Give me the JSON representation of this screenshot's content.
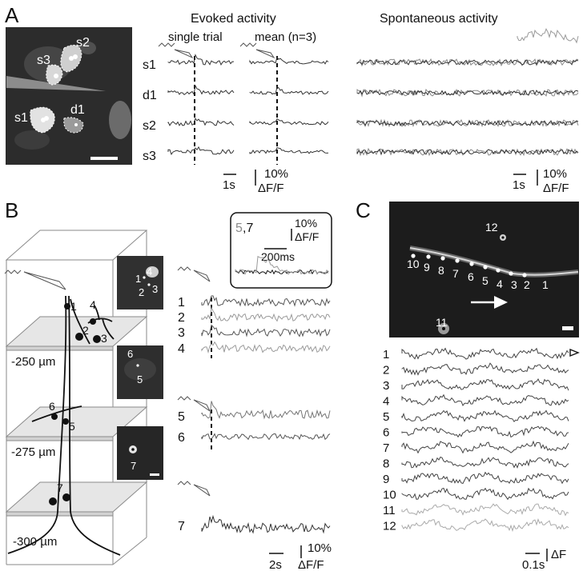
{
  "panels": {
    "A": {
      "letter": "A",
      "image_labels": [
        "s2",
        "s3",
        "s1",
        "d1"
      ],
      "evoked_title": "Evoked activity",
      "single_trial": "single trial",
      "mean": "mean (n=3)",
      "spont_title": "Spontaneous activity",
      "rows": [
        "s1",
        "d1",
        "s2",
        "s3"
      ],
      "scale_time_left": "1s",
      "scale_time_right": "1s",
      "scale_pct": "10%",
      "scale_unit": "ΔF/F"
    },
    "B": {
      "letter": "B",
      "depths": [
        "-250 µm",
        "-275 µm",
        "-300 µm"
      ],
      "cube_labels": [
        "1",
        "4",
        "2",
        "3",
        "6",
        "5",
        "7"
      ],
      "img1_labels": [
        "4",
        "1",
        "2",
        "3"
      ],
      "img2_labels": [
        "6",
        "5"
      ],
      "img3_labels": [
        "7"
      ],
      "inset_title_a": "5",
      "inset_title_b": ",7",
      "inset_pct": "10%",
      "inset_unit": "ΔF/F",
      "inset_time": "200ms",
      "rows": [
        "1",
        "2",
        "3",
        "4",
        "5",
        "6",
        "7"
      ],
      "scale_time": "2s",
      "scale_pct": "10%",
      "scale_unit": "ΔF/F"
    },
    "C": {
      "letter": "C",
      "image_numbers": [
        "10",
        "9",
        "8",
        "7",
        "6",
        "5",
        "4",
        "3",
        "2",
        "1",
        "12",
        "11"
      ],
      "rows": [
        "1",
        "2",
        "3",
        "4",
        "5",
        "6",
        "7",
        "8",
        "9",
        "10",
        "11",
        "12"
      ],
      "scale_time": "0.1s",
      "scale_unit": "ΔF"
    }
  }
}
